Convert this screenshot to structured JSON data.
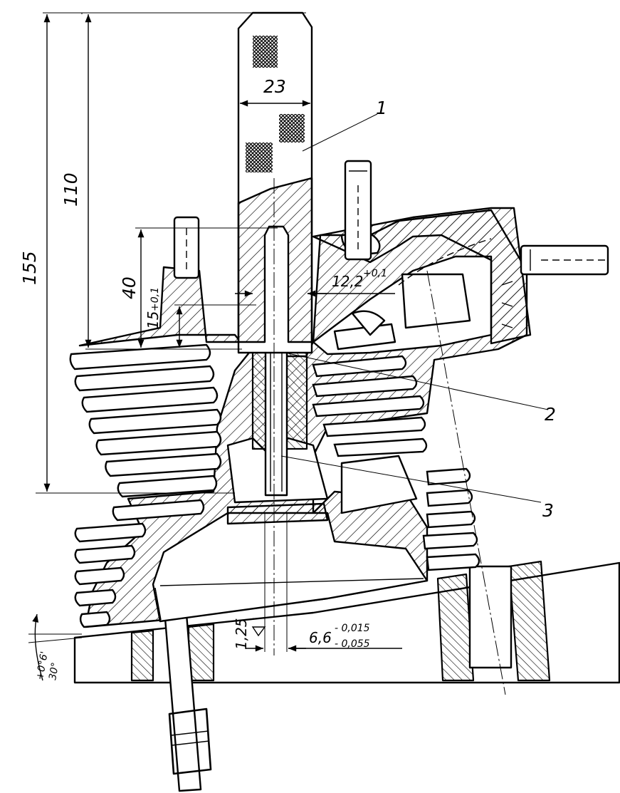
{
  "dimensions": {
    "overall_height": "155",
    "height_to_face": "110",
    "guide_protrusion": "40",
    "counterbore_depth": "15",
    "counterbore_depth_tol": "+0,1",
    "mandrel_width": "23",
    "bore_diameter": "12,2",
    "bore_diameter_tol": "+0,1",
    "chamfer": "1,25",
    "stem_diameter": "6,6",
    "stem_tol_upper": "- 0,015",
    "stem_tol_lower": "- 0,055",
    "seat_angle": "30°",
    "seat_angle_tol": "+0°6'"
  },
  "callouts": [
    "1",
    "2",
    "3"
  ]
}
